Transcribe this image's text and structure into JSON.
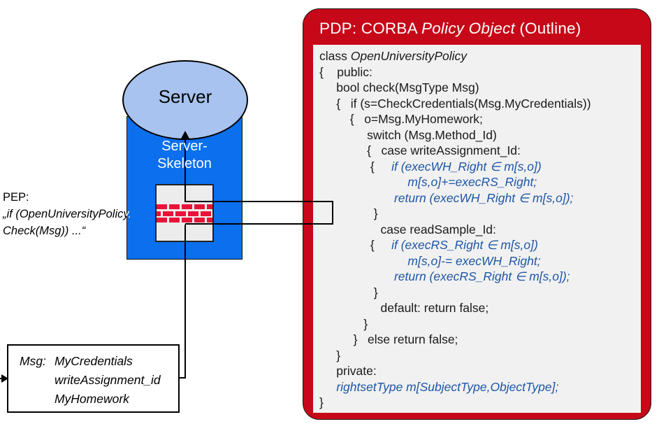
{
  "pdp": {
    "title": {
      "prefix": "PDP: CORBA ",
      "italic": "Policy Object",
      "suffix": " (Outline)"
    },
    "code_lines": [
      {
        "segments": [
          {
            "t": "class ",
            "s": "p"
          },
          {
            "t": "OpenUniversityPolicy",
            "s": "i"
          }
        ]
      },
      {
        "segments": [
          {
            "t": "{    public:",
            "s": "p"
          }
        ]
      },
      {
        "segments": [
          {
            "t": "     bool check(MsgType Msg)",
            "s": "p"
          }
        ]
      },
      {
        "segments": [
          {
            "t": "     {   if (s=CheckCredentials(Msg.MyCredentials))",
            "s": "p"
          }
        ]
      },
      {
        "segments": [
          {
            "t": "         {   o=Msg.MyHomework;",
            "s": "p"
          }
        ]
      },
      {
        "segments": [
          {
            "t": "              switch (Msg.Method_Id)",
            "s": "p"
          }
        ]
      },
      {
        "segments": [
          {
            "t": "              {   case writeAssignment_Id:",
            "s": "p"
          }
        ]
      },
      {
        "segments": [
          {
            "t": "               {     ",
            "s": "p"
          },
          {
            "t": "if (execWH_Right ∈ m[s,o])",
            "s": "b"
          }
        ]
      },
      {
        "segments": [
          {
            "t": "                          ",
            "s": "p"
          },
          {
            "t": "m[s,o]+=execRS_Right;",
            "s": "b"
          }
        ]
      },
      {
        "segments": [
          {
            "t": "                      ",
            "s": "p"
          },
          {
            "t": "return (execWH_Right ∈ m[s,o]);",
            "s": "b"
          }
        ]
      },
      {
        "segments": [
          {
            "t": "                }",
            "s": "p"
          }
        ]
      },
      {
        "segments": [
          {
            "t": "                  case readSample_Id:",
            "s": "p"
          }
        ]
      },
      {
        "segments": [
          {
            "t": "               {     ",
            "s": "p"
          },
          {
            "t": "if (execRS_Right ∈ m[s,o])",
            "s": "b"
          }
        ]
      },
      {
        "segments": [
          {
            "t": "                          ",
            "s": "p"
          },
          {
            "t": "m[s,o]-= execWH_Right;",
            "s": "b"
          }
        ]
      },
      {
        "segments": [
          {
            "t": "                      ",
            "s": "p"
          },
          {
            "t": "return (execRS_Right ∈ m[s,o]);",
            "s": "b"
          }
        ]
      },
      {
        "segments": [
          {
            "t": "                }",
            "s": "p"
          }
        ]
      },
      {
        "segments": [
          {
            "t": "                  default: return false;",
            "s": "p"
          }
        ]
      },
      {
        "segments": [
          {
            "t": "             }",
            "s": "p"
          }
        ]
      },
      {
        "segments": [
          {
            "t": "          }   else return false;",
            "s": "p"
          }
        ]
      },
      {
        "segments": [
          {
            "t": "     }",
            "s": "p"
          }
        ]
      },
      {
        "segments": [
          {
            "t": "     private:",
            "s": "p"
          }
        ]
      },
      {
        "segments": [
          {
            "t": "     ",
            "s": "p"
          },
          {
            "t": "rightsetType m[SubjectType,ObjectType];",
            "s": "b"
          }
        ]
      },
      {
        "segments": [
          {
            "t": "}",
            "s": "p"
          }
        ]
      }
    ]
  },
  "server": {
    "label": "Server",
    "skeleton_lines": [
      "Server-",
      "Skeleton"
    ]
  },
  "pep": {
    "label": "PEP:",
    "line1": "„if (OpenUniversityPolicy.",
    "line2": "Check(Msg)) ...“"
  },
  "msg_box": {
    "label": "Msg:",
    "items": [
      "MyCredentials",
      "writeAssignment_id",
      "MyHomework"
    ]
  },
  "colors": {
    "pdp_red": "#C60818",
    "server_blue": "#0B6FEE",
    "ellipse_blue": "#A8C3EF",
    "brick_red": "#E91238",
    "code_blue": "#1E56A6",
    "panel_gray": "#F1F1F1"
  }
}
